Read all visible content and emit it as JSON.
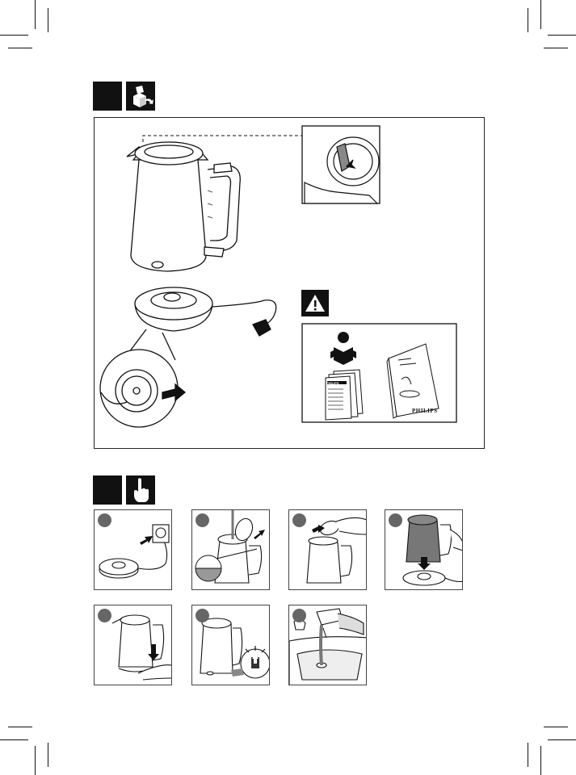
{
  "manual": {
    "brand_on_booklet": "PHILIPS",
    "brand_on_mini_booklet": "PHILIPS",
    "section_1": {
      "icons": [
        "black-square-marker",
        "unpack-box-icon"
      ],
      "warning_icon": "warning-triangle-icon",
      "read_manual_icon": "person-reading-icon"
    },
    "section_2": {
      "icons": [
        "black-square-marker",
        "hand-pointing-icon"
      ],
      "steps": [
        {
          "name": "plug-in-base"
        },
        {
          "name": "fill-water"
        },
        {
          "name": "close-lid"
        },
        {
          "name": "place-on-base"
        },
        {
          "name": "switch-on"
        },
        {
          "name": "indicator-light"
        },
        {
          "name": "pour-out-water"
        }
      ]
    },
    "colors": {
      "ink": "#111111",
      "step_badge": "#666666",
      "kettle_dark": "#777777"
    }
  }
}
